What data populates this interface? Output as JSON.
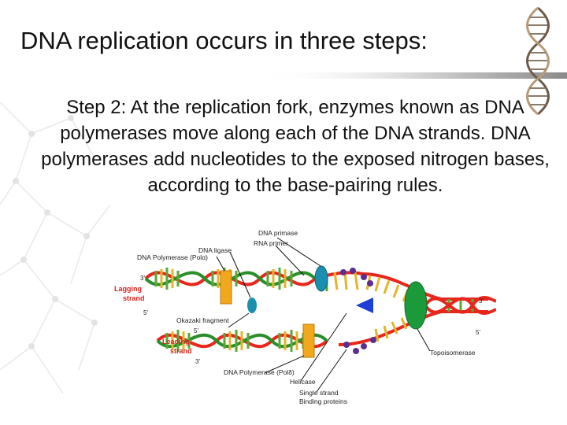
{
  "slide": {
    "title": "DNA replication occurs in three steps:",
    "body": "Step 2:  At the replication fork, enzymes known as DNA polymerases move along each of the DNA strands.  DNA polymerases add nucleotides to the exposed nitrogen bases, according to the base-pairing rules."
  },
  "diagram": {
    "labels": {
      "primase": "DNA primase",
      "rna_primer": "RNA primer",
      "pol_alpha": "DNA Polymerase (Polα)",
      "ligase": "DNA ligase",
      "lagging_1": "Lagging",
      "lagging_2": "strand",
      "leading_1": "Leading",
      "leading_2": "strand",
      "okazaki": "Okazaki fragment",
      "pol_delta": "DNA Polymerase (Polδ)",
      "helicase": "Helicase",
      "ssb_1": "Single strand",
      "ssb_2": "Binding proteins",
      "topoisomerase": "Topoisomerase",
      "three_prime": "3'",
      "five_prime": "5'"
    },
    "colors": {
      "strand": "#e8261b",
      "new_strand": "#2a8f2a",
      "base_green": "#5aa832",
      "base_yellow": "#e3b52a",
      "polymerase": "#f2a81d",
      "ligase": "#1b8fb0",
      "helicase": "#1f3fd6",
      "topoisomerase": "#1a9a3a",
      "ssb": "#5b2e90"
    }
  }
}
